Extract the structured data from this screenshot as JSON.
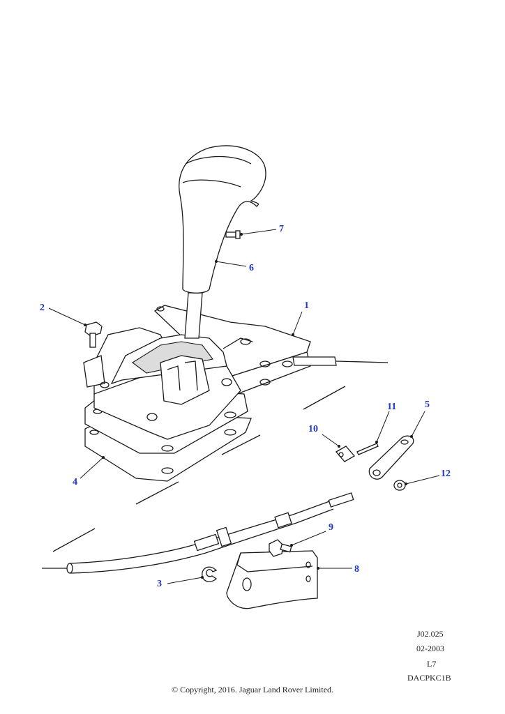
{
  "callouts": [
    {
      "label": "1",
      "part": "selector-base-plate"
    },
    {
      "label": "2",
      "part": "bolt"
    },
    {
      "label": "3",
      "part": "retaining-clip"
    },
    {
      "label": "4",
      "part": "gasket"
    },
    {
      "label": "5",
      "part": "lever-arm"
    },
    {
      "label": "6",
      "part": "gear-knob"
    },
    {
      "label": "7",
      "part": "knob-screw"
    },
    {
      "label": "8",
      "part": "cable-bracket"
    },
    {
      "label": "9",
      "part": "bracket-bolt"
    },
    {
      "label": "10",
      "part": "cable-end-bush"
    },
    {
      "label": "11",
      "part": "split-pin"
    },
    {
      "label": "12",
      "part": "washer"
    }
  ],
  "reference": {
    "code": "J02.025",
    "date": "02-2003",
    "level": "L7",
    "catalog_id": "DACPKC1B"
  },
  "copyright": "© Copyright, 2016. Jaguar Land Rover Limited."
}
